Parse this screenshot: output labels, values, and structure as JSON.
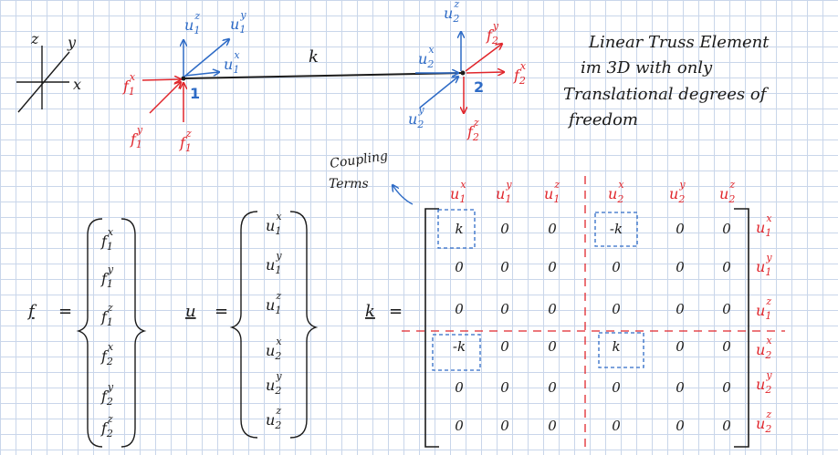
{
  "axes": {
    "z": "z",
    "y": "y",
    "x": "x"
  },
  "element": {
    "stiffness": "k",
    "node1": "1",
    "node2": "2",
    "u1x": {
      "base": "u",
      "sub": "1",
      "sup": "x"
    },
    "u1y": {
      "base": "u",
      "sub": "1",
      "sup": "y"
    },
    "u1z": {
      "base": "u",
      "sub": "1",
      "sup": "z"
    },
    "u2x": {
      "base": "u",
      "sub": "2",
      "sup": "x"
    },
    "u2y": {
      "base": "u",
      "sub": "2",
      "sup": "y"
    },
    "u2z": {
      "base": "u",
      "sub": "2",
      "sup": "z"
    },
    "f1x": {
      "base": "f",
      "sub": "1",
      "sup": "x"
    },
    "f1y": {
      "base": "f",
      "sub": "1",
      "sup": "y"
    },
    "f1z": {
      "base": "f",
      "sub": "1",
      "sup": "z"
    },
    "f2x": {
      "base": "f",
      "sub": "2",
      "sup": "x"
    },
    "f2y": {
      "base": "f",
      "sub": "2",
      "sup": "y"
    },
    "f2z": {
      "base": "f",
      "sub": "2",
      "sup": "z"
    }
  },
  "title_lines": [
    "Linear Truss Element",
    "im 3D with only",
    "Translational degrees of",
    "freedom"
  ],
  "coupling_label": [
    "Coupling",
    "Terms"
  ],
  "vectors": {
    "f_symbol": "f",
    "u_symbol": "u",
    "k_symbol": "k",
    "equals": "=",
    "f_entries": [
      {
        "base": "f",
        "sub": "1",
        "sup": "x"
      },
      {
        "base": "f",
        "sub": "1",
        "sup": "y"
      },
      {
        "base": "f",
        "sub": "1",
        "sup": "z"
      },
      {
        "base": "f",
        "sub": "2",
        "sup": "x"
      },
      {
        "base": "f",
        "sub": "2",
        "sup": "y"
      },
      {
        "base": "f",
        "sub": "2",
        "sup": "z"
      }
    ],
    "u_entries": [
      {
        "base": "u",
        "sub": "1",
        "sup": "x"
      },
      {
        "base": "u",
        "sub": "1",
        "sup": "y"
      },
      {
        "base": "u",
        "sub": "1",
        "sup": "z"
      },
      {
        "base": "u",
        "sub": "2",
        "sup": "x"
      },
      {
        "base": "u",
        "sub": "2",
        "sup": "y"
      },
      {
        "base": "u",
        "sub": "2",
        "sup": "z"
      }
    ]
  },
  "matrix": {
    "col_headers": [
      {
        "base": "u",
        "sub": "1",
        "sup": "x"
      },
      {
        "base": "u",
        "sub": "1",
        "sup": "y"
      },
      {
        "base": "u",
        "sub": "1",
        "sup": "z"
      },
      {
        "base": "u",
        "sub": "2",
        "sup": "x"
      },
      {
        "base": "u",
        "sub": "2",
        "sup": "y"
      },
      {
        "base": "u",
        "sub": "2",
        "sup": "z"
      }
    ],
    "row_headers": [
      {
        "base": "u",
        "sub": "1",
        "sup": "x"
      },
      {
        "base": "u",
        "sub": "1",
        "sup": "y"
      },
      {
        "base": "u",
        "sub": "1",
        "sup": "z"
      },
      {
        "base": "u",
        "sub": "2",
        "sup": "x"
      },
      {
        "base": "u",
        "sub": "2",
        "sup": "y"
      },
      {
        "base": "u",
        "sub": "2",
        "sup": "z"
      }
    ],
    "cells": [
      [
        "k",
        "0",
        "0",
        "-k",
        "0",
        "0"
      ],
      [
        "0",
        "0",
        "0",
        "0",
        "0",
        "0"
      ],
      [
        "0",
        "0",
        "0",
        "0",
        "0",
        "0"
      ],
      [
        "-k",
        "0",
        "0",
        "k",
        "0",
        "0"
      ],
      [
        "0",
        "0",
        "0",
        "0",
        "0",
        "0"
      ],
      [
        "0",
        "0",
        "0",
        "0",
        "0",
        "0"
      ]
    ]
  },
  "colors": {
    "ink": "#1b1b1b",
    "force": "#e0262c",
    "displacement": "#2e6bc6",
    "grid": "#c9d6ea"
  }
}
